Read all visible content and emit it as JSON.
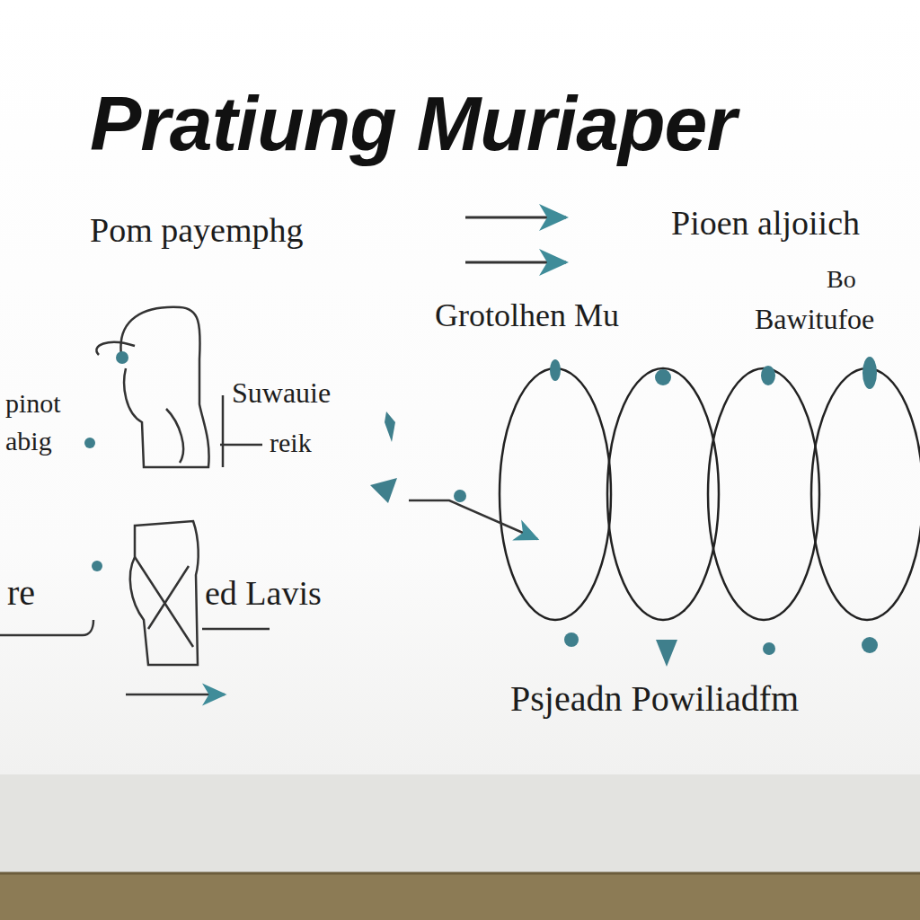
{
  "diagram": {
    "title": "Pratiung Muriaper",
    "labels": [
      "Pom payemphg",
      "Pioen aljoiich",
      "Bo",
      "Grotolhen Mu",
      "Bawitufoe",
      "pinot",
      "abig",
      "Suwauie",
      "reik",
      "re",
      "ed Lavis",
      "Psjeadn Powiliadfm"
    ]
  }
}
